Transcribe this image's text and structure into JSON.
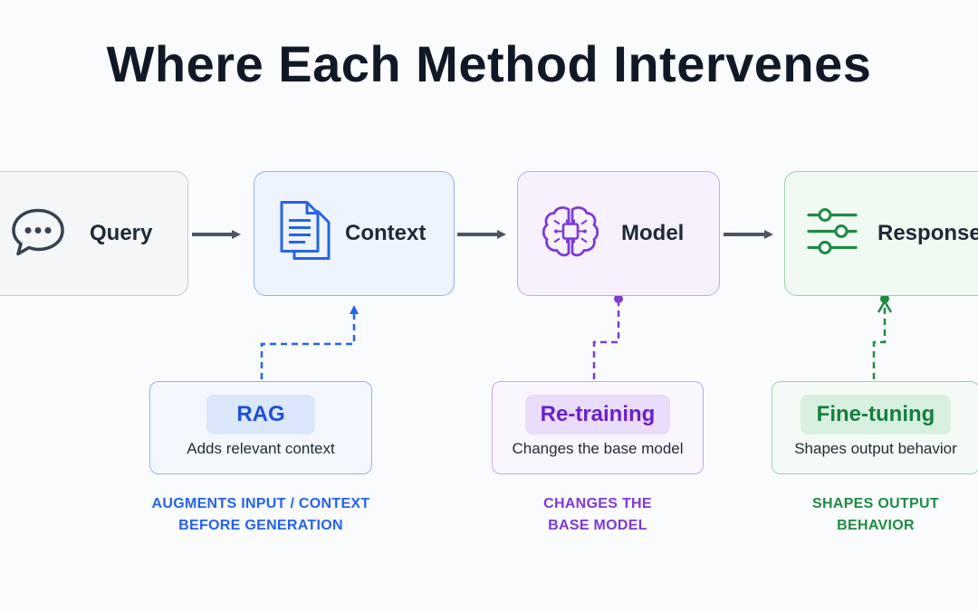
{
  "title": "Where Each Method Intervenes",
  "stages": {
    "query": {
      "label": "Query",
      "icon": "chat-bubble-icon"
    },
    "context": {
      "label": "Context",
      "icon": "documents-icon"
    },
    "model": {
      "label": "Model",
      "icon": "brain-chip-icon"
    },
    "response": {
      "label": "Response",
      "icon": "sliders-icon"
    }
  },
  "methods": {
    "rag": {
      "name": "RAG",
      "description": "Adds relevant context",
      "caption_line1": "AUGMENTS INPUT / CONTEXT",
      "caption_line2": "BEFORE GENERATION"
    },
    "retraining": {
      "name": "Re-training",
      "description": "Changes the base model",
      "caption_line1": "CHANGES THE",
      "caption_line2": "BASE MODEL"
    },
    "finetuning": {
      "name": "Fine-tuning",
      "description": "Shapes output behavior",
      "caption_line1": "SHAPES OUTPUT",
      "caption_line2": "BEHAVIOR"
    }
  },
  "colors": {
    "rag": "#2563eb",
    "retraining": "#7e3ad6",
    "finetuning": "#1f8a44",
    "flow_arrow": "#4b5563"
  }
}
